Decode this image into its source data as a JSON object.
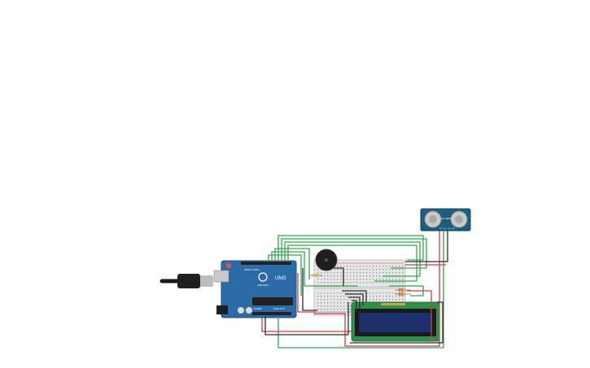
{
  "arduino": {
    "board_label": "UNO",
    "brand_label": "ARDUINO",
    "header_label_digital": "DIGITAL (PWM~)",
    "header_label_analog": "ANALOG IN",
    "header_label_power": "POWER"
  },
  "sensor": {
    "model_label": "HC-SR04",
    "pin_labels": [
      "VCC",
      "Trig",
      "Echo",
      "GND"
    ]
  },
  "colors": {
    "background": "#ffffff",
    "arduino_board": "#2b6ca8",
    "sensor_board": "#1c5f7c",
    "lcd_pcb": "#2f8f4a",
    "lcd_screen": "#1e2f6e",
    "breadboard": "#e6e6e6",
    "wire_green": "#2fa84a",
    "wire_red": "#d63a3a",
    "wire_black": "#2b2b2b"
  }
}
